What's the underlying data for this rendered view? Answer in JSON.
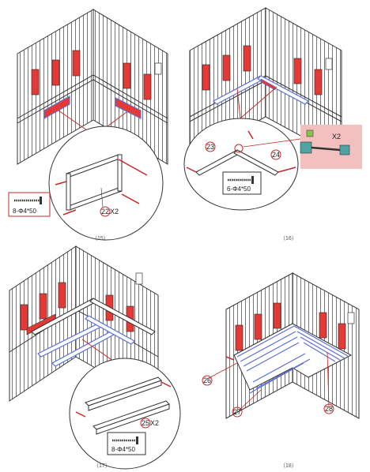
{
  "steps": [
    {
      "caption": "（15）",
      "screw_spec": "8-Φ4*50",
      "part_label": "22",
      "qty": "X2"
    },
    {
      "caption": "（16）",
      "screw_spec": "6-Φ4*50",
      "left_label": "23",
      "right_label": "24",
      "connector_qty": "X2"
    },
    {
      "caption": "（17）",
      "screw_spec": "8-Φ4*50",
      "part_label": "25",
      "qty": "X2"
    },
    {
      "caption": "（18）",
      "labels": [
        "26",
        "27",
        "28"
      ]
    }
  ],
  "colors": {
    "heater": "#e53935",
    "bar": "#5b6fd6",
    "callout": "#c62828",
    "connector_bg": "#f3c0c0",
    "line": "#333333"
  }
}
